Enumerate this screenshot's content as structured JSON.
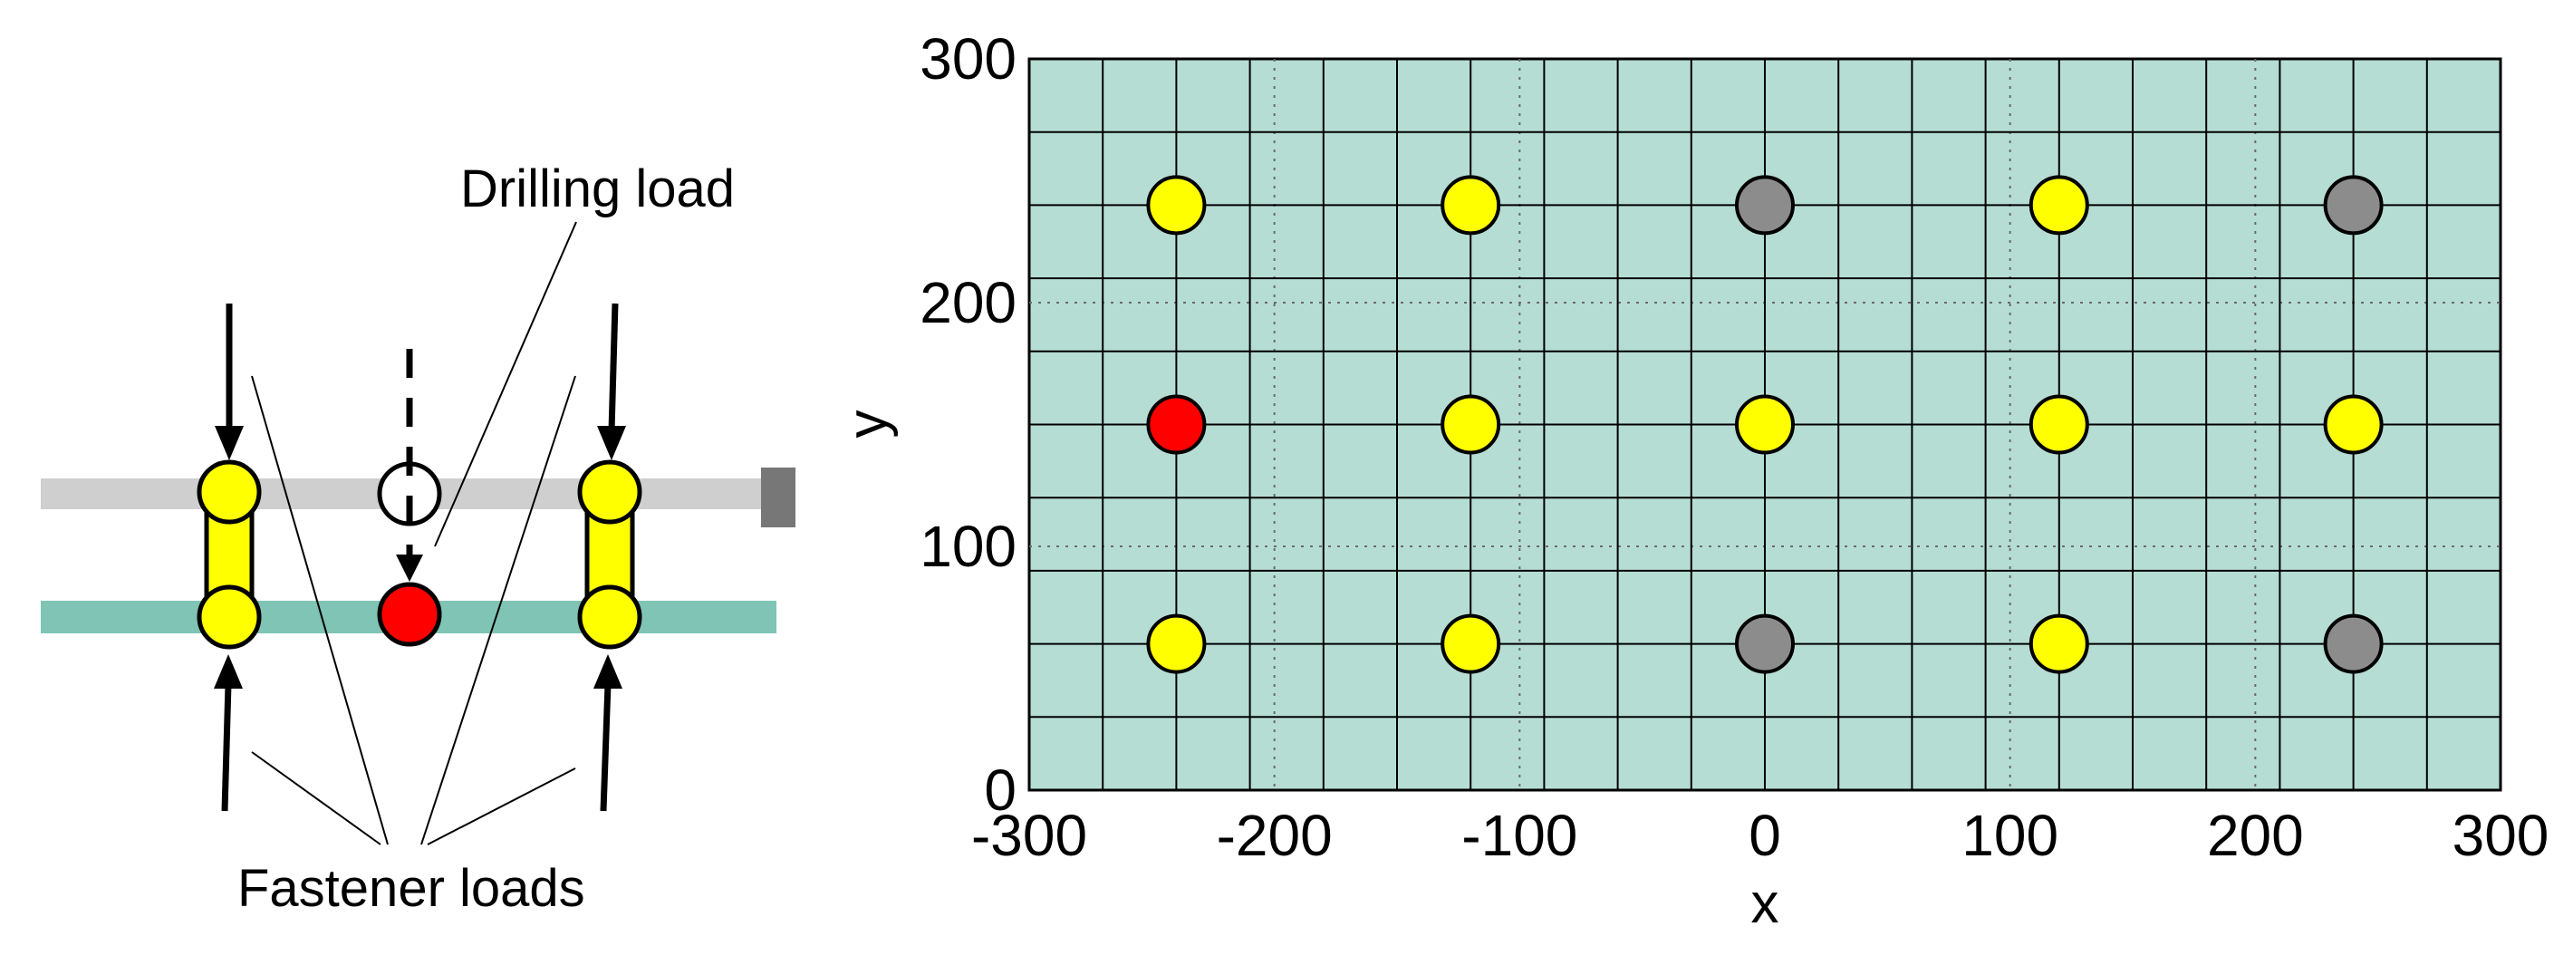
{
  "schematic": {
    "drilling_load_label": "Drilling load",
    "fastener_loads_label": "Fastener loads",
    "colors": {
      "upper_plate": "#cfcfcf",
      "lower_plate": "#7fc4b4",
      "fastener": "#ffff00",
      "drill_point": "#ff0000",
      "end_block": "#777777"
    }
  },
  "plot": {
    "xlabel": "x",
    "ylabel": "y",
    "xlim": [
      -300,
      300
    ],
    "ylim": [
      0,
      300
    ],
    "x_ticks": [
      "-300",
      "-200",
      "-100",
      "0",
      "100",
      "200",
      "300"
    ],
    "y_ticks": [
      "0",
      "100",
      "200",
      "300"
    ],
    "fine_grid_x": [
      -270,
      -240,
      -210,
      -180,
      -150,
      -120,
      -90,
      -60,
      -30,
      0,
      30,
      60,
      90,
      120,
      150,
      180,
      210,
      240,
      270
    ],
    "fine_grid_y": [
      30,
      60,
      90,
      120,
      150,
      180,
      210,
      240,
      270
    ],
    "background_color": "#b6ddd4",
    "colors": {
      "yellow": "#ffff00",
      "red": "#ff0000",
      "gray": "#8c8c8c"
    },
    "points": [
      {
        "x": -240,
        "y": 240,
        "status": "yellow"
      },
      {
        "x": -120,
        "y": 240,
        "status": "yellow"
      },
      {
        "x": 0,
        "y": 240,
        "status": "gray"
      },
      {
        "x": 120,
        "y": 240,
        "status": "yellow"
      },
      {
        "x": 240,
        "y": 240,
        "status": "gray"
      },
      {
        "x": -240,
        "y": 150,
        "status": "red"
      },
      {
        "x": -120,
        "y": 150,
        "status": "yellow"
      },
      {
        "x": 0,
        "y": 150,
        "status": "yellow"
      },
      {
        "x": 120,
        "y": 150,
        "status": "yellow"
      },
      {
        "x": 240,
        "y": 150,
        "status": "yellow"
      },
      {
        "x": -240,
        "y": 60,
        "status": "yellow"
      },
      {
        "x": -120,
        "y": 60,
        "status": "yellow"
      },
      {
        "x": 0,
        "y": 60,
        "status": "gray"
      },
      {
        "x": 120,
        "y": 60,
        "status": "yellow"
      },
      {
        "x": 240,
        "y": 60,
        "status": "gray"
      }
    ]
  }
}
